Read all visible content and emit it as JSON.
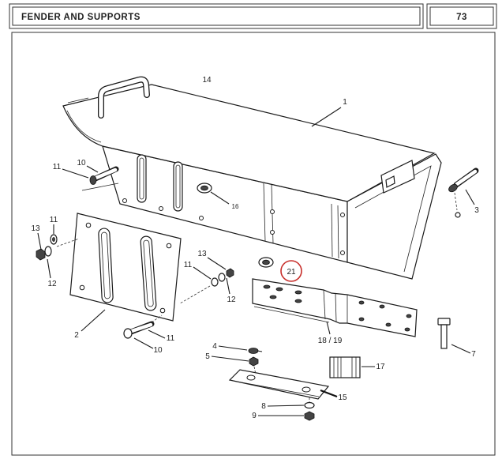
{
  "header": {
    "title": "FENDER AND SUPPORTS",
    "page_number": "73"
  },
  "callouts": [
    "14",
    "1",
    "10",
    "11",
    "16",
    "11",
    "13",
    "12",
    "3",
    "13",
    "11",
    "12",
    "21",
    "2",
    "18 / 19",
    "11",
    "10",
    "7",
    "4",
    "5",
    "17",
    "15",
    "8",
    "9"
  ],
  "highlight_color": "#c8302c",
  "line_color": "#1a1a1a"
}
